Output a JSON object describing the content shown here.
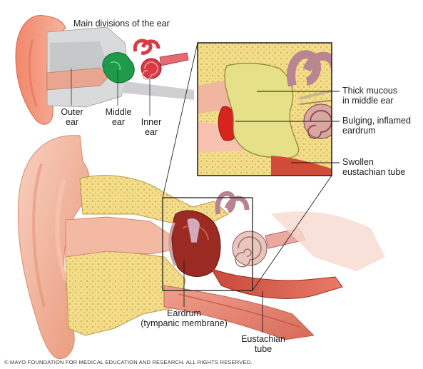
{
  "top_diagram": {
    "title": "Main divisions of the ear",
    "labels": {
      "outer": "Outer\near",
      "middle": "Middle\near",
      "inner": "Inner\near"
    }
  },
  "inset_callouts": {
    "mucous": "Thick mucous\nin middle ear",
    "eardrum": "Bulging, inflamed\neardrum",
    "tube": "Swollen\neustachian tube"
  },
  "main_callouts": {
    "eardrum": "Eardrum\n(tympanic membrane)",
    "eustachian": "Eustachian\ntube"
  },
  "copyright": "© MAYO FOUNDATION FOR MEDICAL EDUCATION AND RESEARCH. ALL RIGHTS RESERVED.",
  "colors": {
    "skin": "#f2a98c",
    "bone": "#f3dd8a",
    "mucous": "#e6e089",
    "inflamed": "#d8231f",
    "middle_ear_green": "#1f9a4a",
    "inner_ear_red": "#d93a44"
  }
}
